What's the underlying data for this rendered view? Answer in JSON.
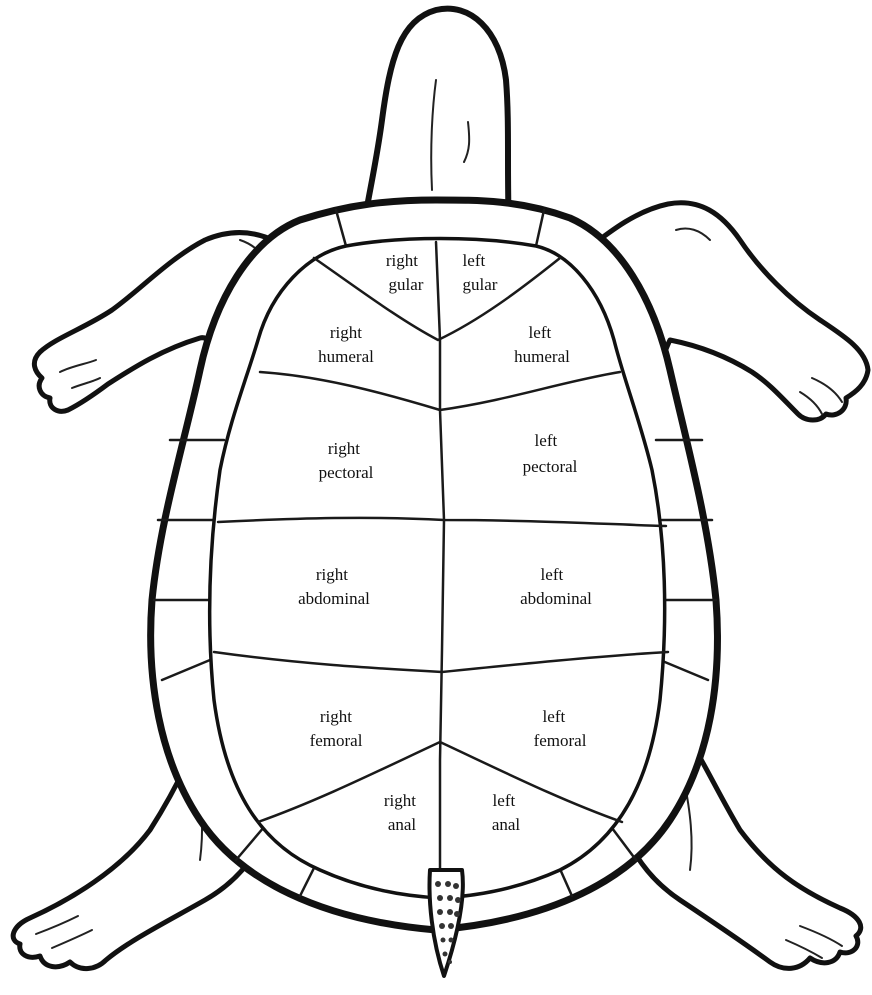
{
  "scutes": {
    "right_gular": {
      "line1": "right",
      "line2": "gular"
    },
    "left_gular": {
      "line1": "left",
      "line2": "gular"
    },
    "right_humeral": {
      "line1": "right",
      "line2": "humeral"
    },
    "left_humeral": {
      "line1": "left",
      "line2": "humeral"
    },
    "right_pectoral": {
      "line1": "right",
      "line2": "pectoral"
    },
    "left_pectoral": {
      "line1": "left",
      "line2": "pectoral"
    },
    "right_abdominal": {
      "line1": "right",
      "line2": "abdominal"
    },
    "left_abdominal": {
      "line1": "left",
      "line2": "abdominal"
    },
    "right_femoral": {
      "line1": "right",
      "line2": "femoral"
    },
    "left_femoral": {
      "line1": "left",
      "line2": "femoral"
    },
    "right_anal": {
      "line1": "right",
      "line2": "anal"
    },
    "left_anal": {
      "line1": "left",
      "line2": "anal"
    }
  }
}
